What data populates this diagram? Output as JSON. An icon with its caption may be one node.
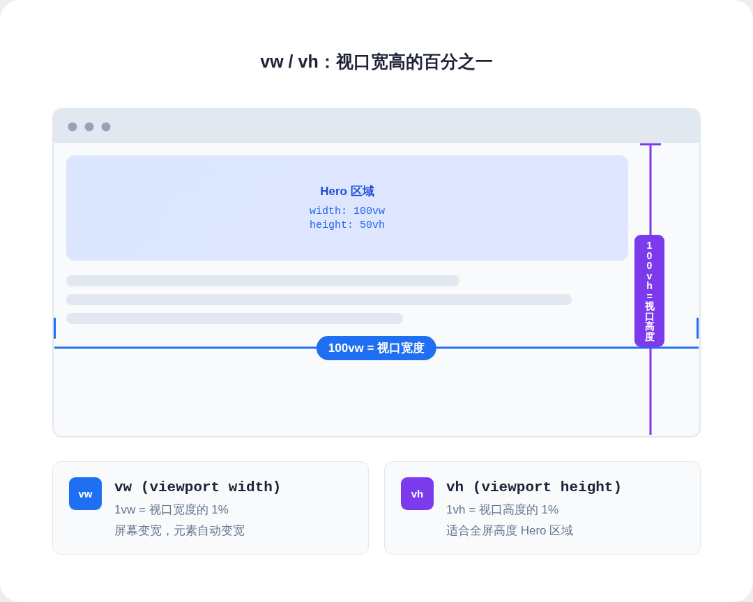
{
  "diagram": {
    "title": "vw / vh：视口宽高的百分之一",
    "nodes": [
      {
        "text": [],
        "shape": "box"
      },
      {
        "text": [
          "Hero 区域",
          "width: 100vw",
          "height: 50vh"
        ],
        "in": 0
      },
      {
        "text": [
          "vw (viewport width)",
          "1vw = 视口宽度的 1%",
          "屏幕变宽，元素自动变宽"
        ]
      },
      {
        "text": [
          "vw"
        ],
        "in": 2
      },
      {
        "text": [
          "vh (viewport height)",
          "1vh = 视口高度的 1%",
          "适合全屏高度 Hero 区域"
        ]
      },
      {
        "text": [
          "vh"
        ],
        "in": 4
      }
    ],
    "labels": [
      "100vh = 视口高度",
      "100vw = 视口宽度"
    ]
  }
}
